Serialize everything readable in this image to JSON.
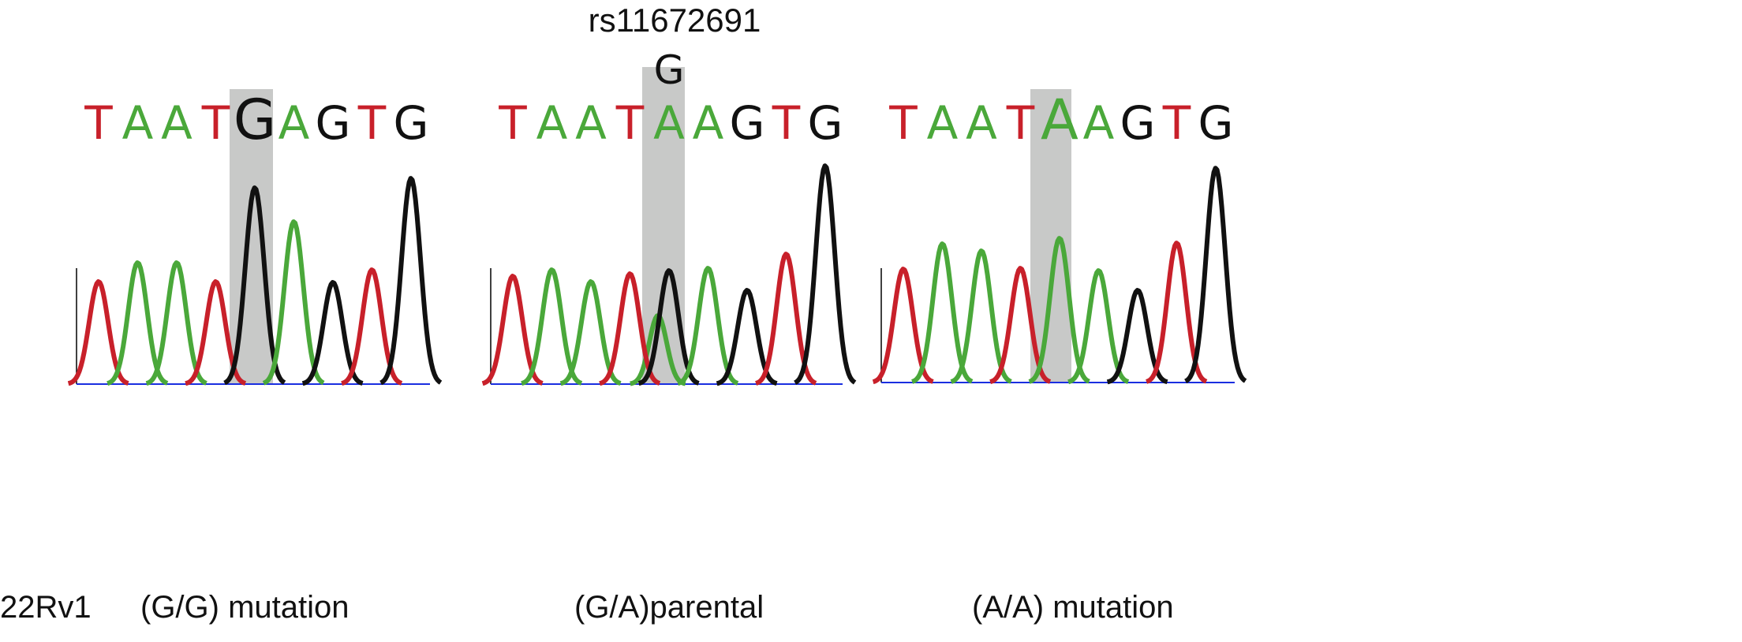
{
  "title": "rs11672691",
  "cell_line": "22Rv1",
  "colors": {
    "T": "#c8202a",
    "A": "#4aa83a",
    "G": "#111111",
    "C": "#1a2ee0",
    "highlight": "#c8c9c8"
  },
  "panels": [
    {
      "label": "(G/G) mutation",
      "bases": [
        "T",
        "A",
        "A",
        "T",
        "G",
        "A",
        "G",
        "T",
        "G"
      ],
      "highlight_index": 4,
      "secondary_call": null,
      "peaks": [
        {
          "base": "T",
          "height": 130
        },
        {
          "base": "A",
          "height": 154
        },
        {
          "base": "A",
          "height": 154
        },
        {
          "base": "T",
          "height": 130
        },
        {
          "base": "G",
          "height": 249
        },
        {
          "base": "A",
          "height": 206
        },
        {
          "base": "G",
          "height": 129
        },
        {
          "base": "T",
          "height": 145
        },
        {
          "base": "G",
          "height": 261
        }
      ],
      "minor_peaks": []
    },
    {
      "label": "(G/A)parental",
      "bases": [
        "T",
        "A",
        "A",
        "T",
        "A",
        "A",
        "G",
        "T",
        "G"
      ],
      "highlight_index": 4,
      "secondary_call": "G",
      "peaks": [
        {
          "base": "T",
          "height": 137
        },
        {
          "base": "A",
          "height": 145
        },
        {
          "base": "A",
          "height": 130
        },
        {
          "base": "T",
          "height": 140
        },
        {
          "base": "G",
          "height": 144
        },
        {
          "base": "A",
          "height": 147
        },
        {
          "base": "G",
          "height": 119
        },
        {
          "base": "T",
          "height": 165
        },
        {
          "base": "G",
          "height": 277
        }
      ],
      "minor_peaks": [
        {
          "index": 4,
          "base": "A",
          "height": 87
        }
      ]
    },
    {
      "label": "(A/A) mutation",
      "bases": [
        "T",
        "A",
        "A",
        "T",
        "A",
        "A",
        "G",
        "T",
        "G"
      ],
      "highlight_index": 4,
      "secondary_call": null,
      "peaks": [
        {
          "base": "T",
          "height": 144
        },
        {
          "base": "A",
          "height": 176
        },
        {
          "base": "A",
          "height": 167
        },
        {
          "base": "T",
          "height": 145
        },
        {
          "base": "A",
          "height": 183
        },
        {
          "base": "A",
          "height": 142
        },
        {
          "base": "G",
          "height": 117
        },
        {
          "base": "T",
          "height": 177
        },
        {
          "base": "G",
          "height": 272
        }
      ],
      "minor_peaks": []
    }
  ]
}
